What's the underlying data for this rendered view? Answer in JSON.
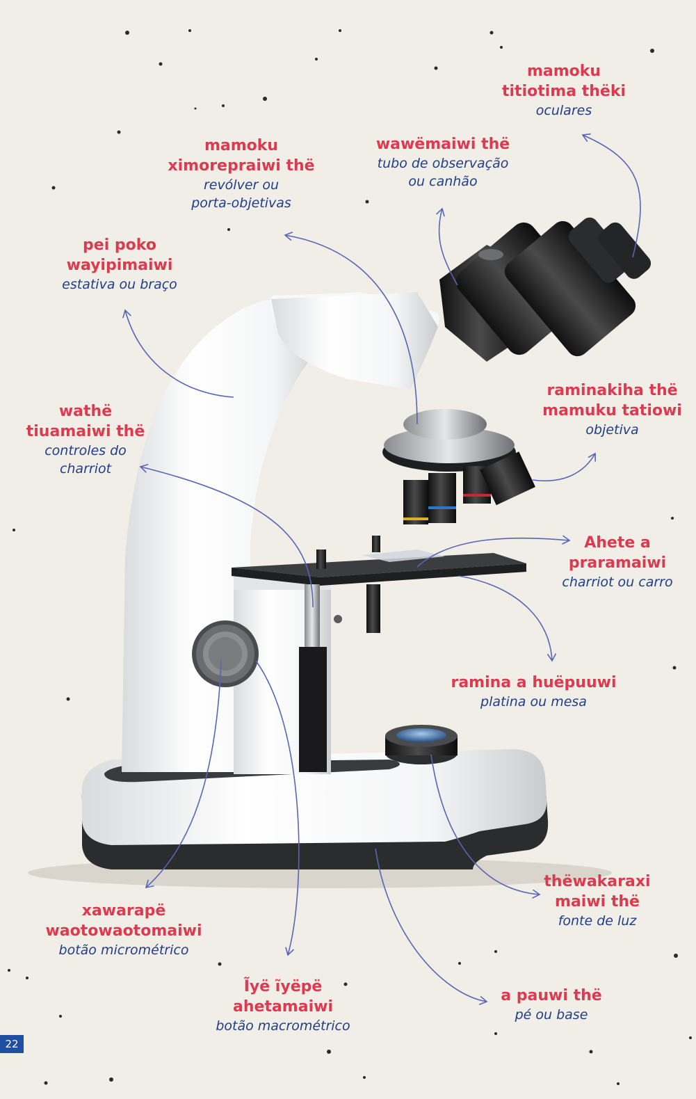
{
  "page_number": "22",
  "colors": {
    "yanomami_text": "#dc3a4e",
    "portuguese_text": "#1f3d8a",
    "arrows": "#5566b5",
    "background": "#f1eee8"
  },
  "image": {
    "subject": "light microscope"
  },
  "labels": {
    "oculares": {
      "yanomami": [
        "mamoku",
        "titiotima thëki"
      ],
      "portuguese": [
        "oculares"
      ]
    },
    "tubo": {
      "yanomami": [
        "wawëmaiwi thë"
      ],
      "portuguese": [
        "tubo de observação",
        "ou canhão"
      ]
    },
    "revolver": {
      "yanomami": [
        "mamoku",
        "ximorepraiwi thë"
      ],
      "portuguese": [
        "revólver ou",
        "porta-objetivas"
      ]
    },
    "estativa": {
      "yanomami": [
        "pei poko",
        "wayipimaiwi"
      ],
      "portuguese": [
        "estativa ou braço"
      ]
    },
    "objetiva": {
      "yanomami": [
        "raminakiha thë",
        "mamuku tatiowi"
      ],
      "portuguese": [
        "objetiva"
      ]
    },
    "controles": {
      "yanomami": [
        "wathë",
        "tiuamaiwi thë"
      ],
      "portuguese": [
        "controles do",
        "charriot"
      ]
    },
    "charriot": {
      "yanomami": [
        "Ahete a",
        "praramaiwi"
      ],
      "portuguese": [
        "charriot ou carro"
      ]
    },
    "platina": {
      "yanomami": [
        "ramina a huëpuuwi"
      ],
      "portuguese": [
        "platina ou mesa"
      ]
    },
    "micrometrico": {
      "yanomami": [
        "xawarapë",
        "waotowaotomaiwi"
      ],
      "portuguese": [
        "botão micrométrico"
      ]
    },
    "fonte": {
      "yanomami": [
        "thëwakaraxi",
        "maiwi thë"
      ],
      "portuguese": [
        "fonte de luz"
      ]
    },
    "macrometrico": {
      "yanomami": [
        "Ĩyë ĩyëpë",
        "ahetamaiwi"
      ],
      "portuguese": [
        "botão macrométrico"
      ]
    },
    "base": {
      "yanomami": [
        "a pauwi thë"
      ],
      "portuguese": [
        "pé ou base"
      ]
    }
  }
}
